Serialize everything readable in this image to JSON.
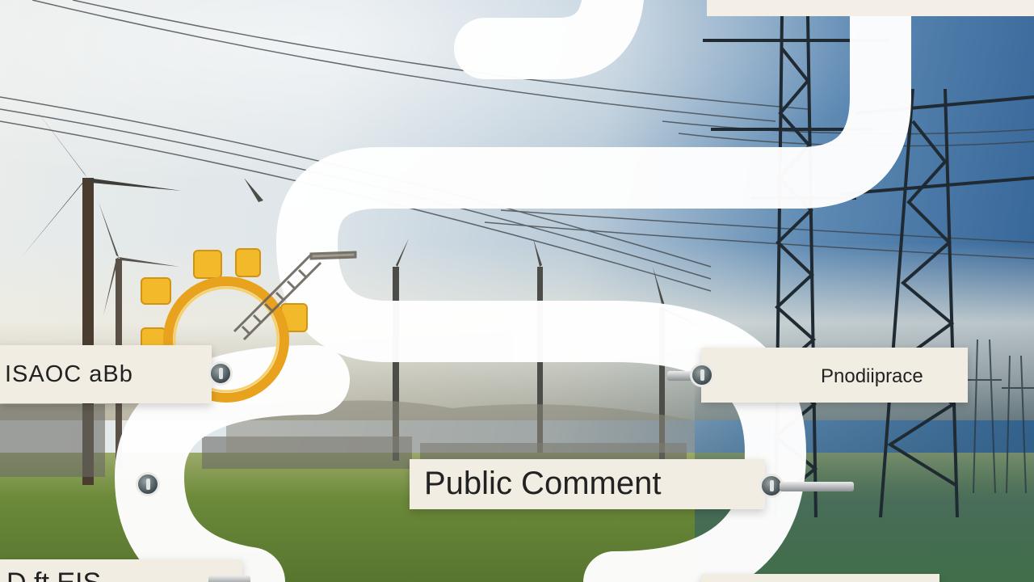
{
  "labels": {
    "left_top": "ISAOC aBb",
    "right_top": "Pnodiiprace",
    "public_comment": "Public Comment",
    "bottom_left_partial": "D  ft EIS"
  },
  "colors": {
    "card_bg": "#f1ede3",
    "path_white": "#ffffff",
    "gear_yellow": "#f2b92a",
    "ring_orange": "#e8a21e",
    "node_dark": "#4b5559"
  },
  "icons": [
    "gear-icon",
    "wind-turbine-icon",
    "transmission-tower-icon",
    "connector-node-icon"
  ]
}
